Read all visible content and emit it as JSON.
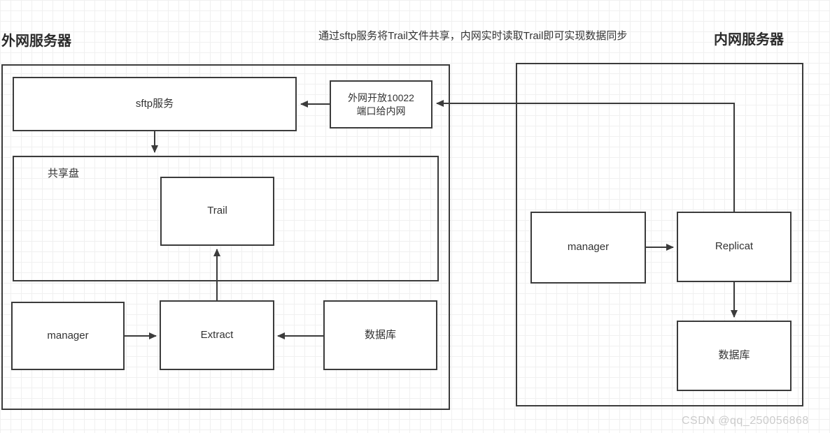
{
  "header": {
    "left_title": "外网服务器",
    "annotation": "通过sftp服务将Trail文件共享，内网实时读取Trail即可实现数据同步",
    "right_title": "内网服务器"
  },
  "external_server": {
    "sftp_service": "sftp服务",
    "port_note": "外网开放10022\n端口给内网",
    "shared_disk_label": "共享盘",
    "trail": "Trail",
    "manager": "manager",
    "extract": "Extract",
    "database": "数据库"
  },
  "internal_server": {
    "manager": "manager",
    "replicat": "Replicat",
    "database": "数据库"
  },
  "watermark": "CSDN @qq_250056868",
  "colors": {
    "border": "#3b3b3b",
    "text": "#333333",
    "grid": "#f0f0f0",
    "background": "#ffffff",
    "watermark": "#cbcbcb"
  }
}
